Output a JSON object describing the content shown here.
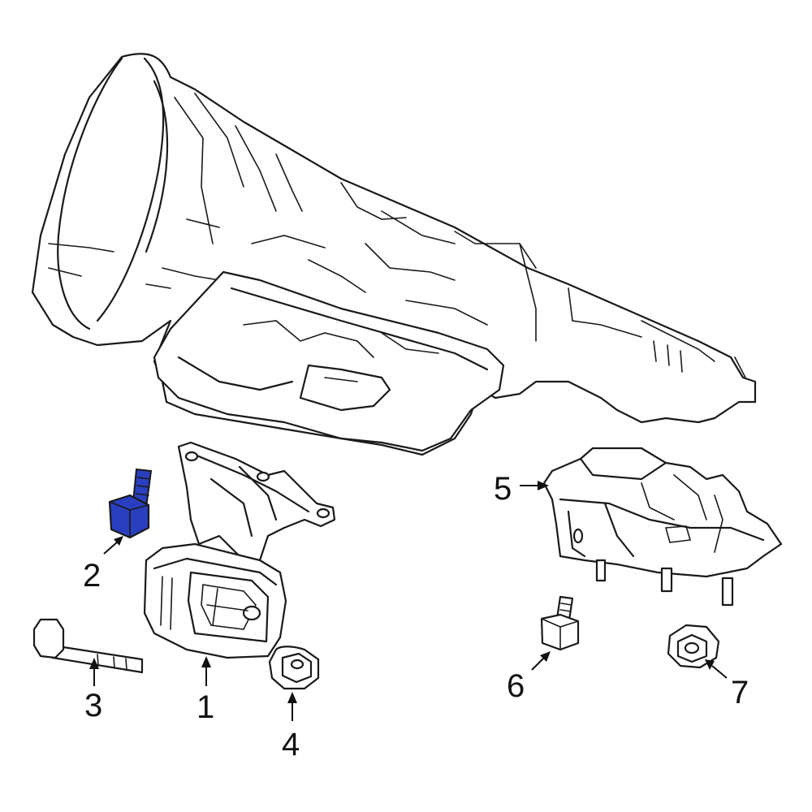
{
  "callouts": [
    {
      "id": "1",
      "label": "1"
    },
    {
      "id": "2",
      "label": "2"
    },
    {
      "id": "3",
      "label": "3"
    },
    {
      "id": "4",
      "label": "4"
    },
    {
      "id": "5",
      "label": "5"
    },
    {
      "id": "6",
      "label": "6"
    },
    {
      "id": "7",
      "label": "7"
    }
  ],
  "highlight": {
    "part": "2",
    "color": "#2a3fbf"
  },
  "line_color": "#1a1a1a"
}
